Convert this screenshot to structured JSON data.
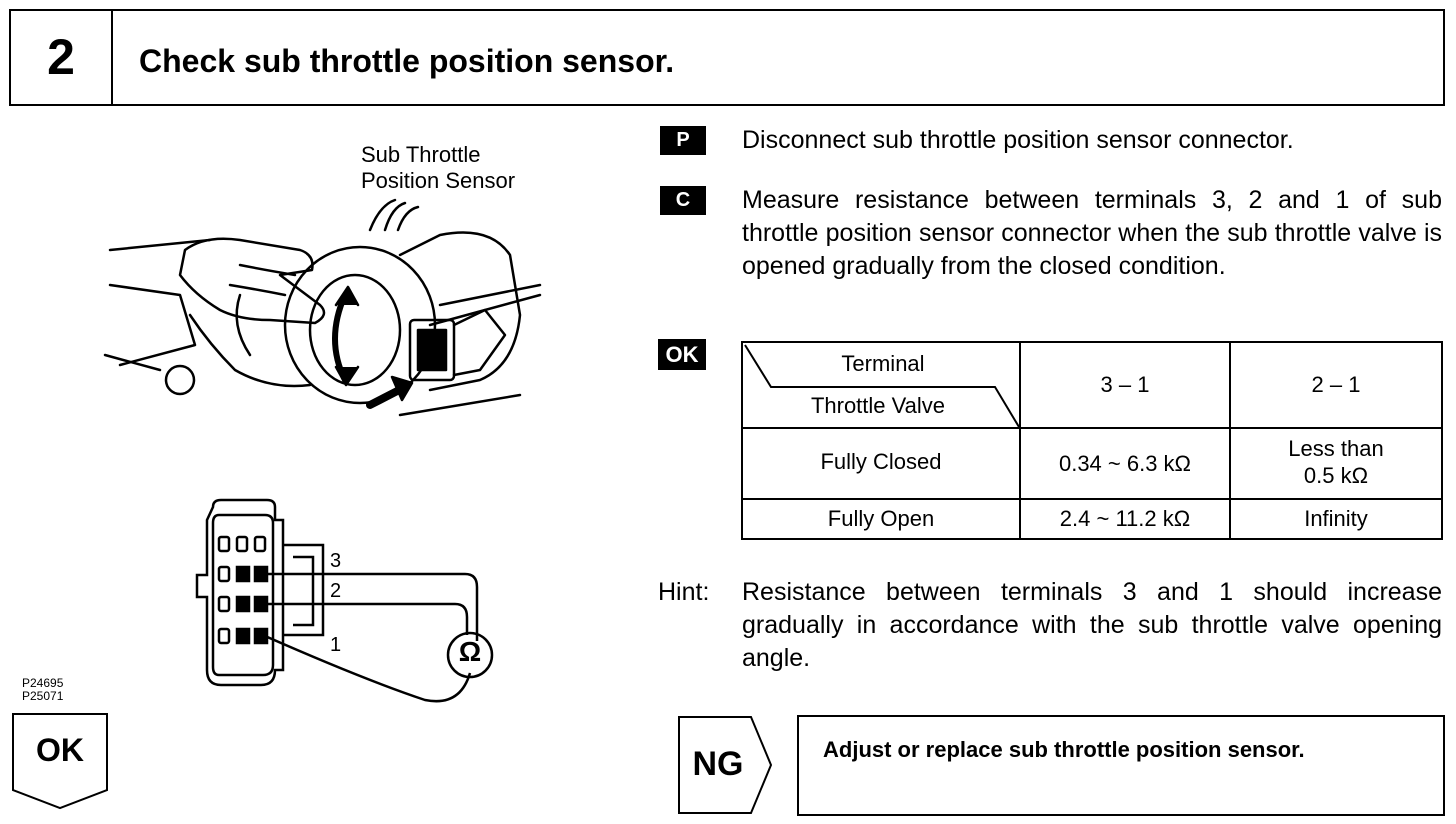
{
  "header": {
    "step": "2",
    "title": "Check sub throttle position sensor."
  },
  "illustration": {
    "label_line1": "Sub Throttle",
    "label_line2": "Position Sensor",
    "terminal_labels": [
      "3",
      "2",
      "1"
    ],
    "meter_symbol": "Ω",
    "figure_codes": [
      "P24695",
      "P25071"
    ],
    "icons": [
      "hand-on-throttle-body-illustration",
      "connector-diagram",
      "ohmmeter-icon"
    ]
  },
  "badges": {
    "prep": "P",
    "check": "C",
    "ok": "OK"
  },
  "instructions": {
    "prep": "Disconnect sub throttle position sensor connector.",
    "check": "Measure resistance between terminals 3, 2 and 1 of sub throttle position sensor connector when the sub throttle valve is opened gradually from the closed condition."
  },
  "table": {
    "header_top": "Terminal",
    "header_bottom": "Throttle Valve",
    "columns": [
      "3 – 1",
      "2 – 1"
    ],
    "rows": [
      {
        "label": "Fully Closed",
        "values": [
          "0.34 ~ 6.3 kΩ",
          "Less than",
          "0.5 kΩ"
        ]
      },
      {
        "label": "Fully Open",
        "values": [
          "2.4 ~ 11.2 kΩ",
          "Infinity"
        ]
      }
    ]
  },
  "hint": {
    "label": "Hint:",
    "text": "Resistance between terminals 3 and 1 should increase gradually in accordance with the sub throttle valve opening angle."
  },
  "ok_result": "OK",
  "ng": {
    "label": "NG",
    "action": "Adjust or replace sub throttle position sensor."
  }
}
